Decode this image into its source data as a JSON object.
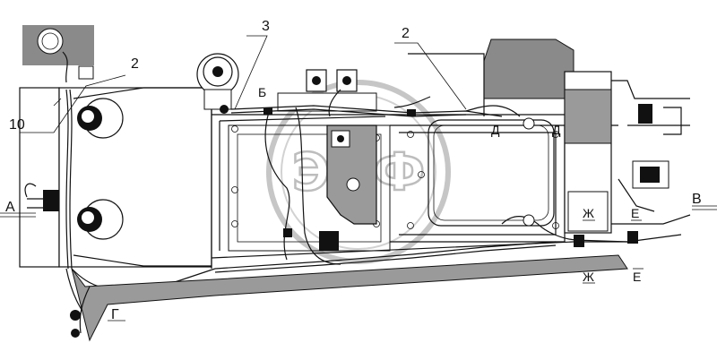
{
  "labels": {
    "callout_2_left": "2",
    "callout_3": "3",
    "callout_2_right": "2",
    "callout_10": "10",
    "view_A": "А",
    "view_B": "В",
    "view_Б": "Б",
    "view_Г": "Г",
    "view_Д_left": "Д",
    "view_Д_right": "Д",
    "view_Ж_top": "Ж",
    "view_Ж_bottom": "Ж",
    "view_Е_top": "Е",
    "view_Е_bottom": "Е"
  },
  "watermark": {
    "text": "ЭПФ"
  }
}
